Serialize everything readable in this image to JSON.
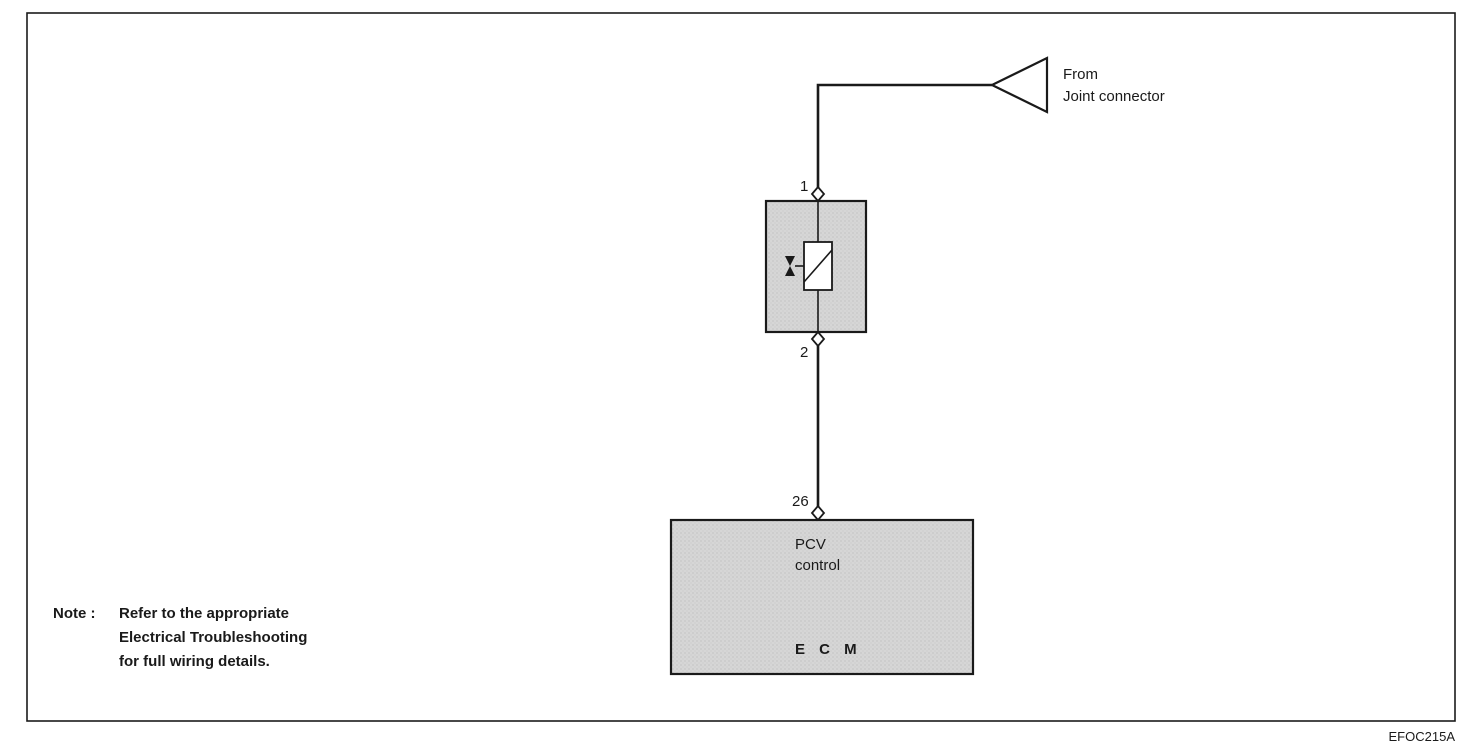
{
  "source": {
    "line1": "From",
    "line2": "Joint connector"
  },
  "pins": {
    "top": "1",
    "bottom": "2",
    "ecm": "26"
  },
  "ecm": {
    "function_line1": "PCV",
    "function_line2": "control",
    "name": "E C M"
  },
  "note": {
    "prefix": "Note :",
    "line1": "Refer to the appropriate",
    "line2": "Electrical Troubleshooting",
    "line3": "for full wiring details."
  },
  "figure_code": "EFOC215A",
  "colors": {
    "line": "#1a1a1a",
    "component_fill": "#d9d9d9",
    "background": "#ffffff"
  }
}
